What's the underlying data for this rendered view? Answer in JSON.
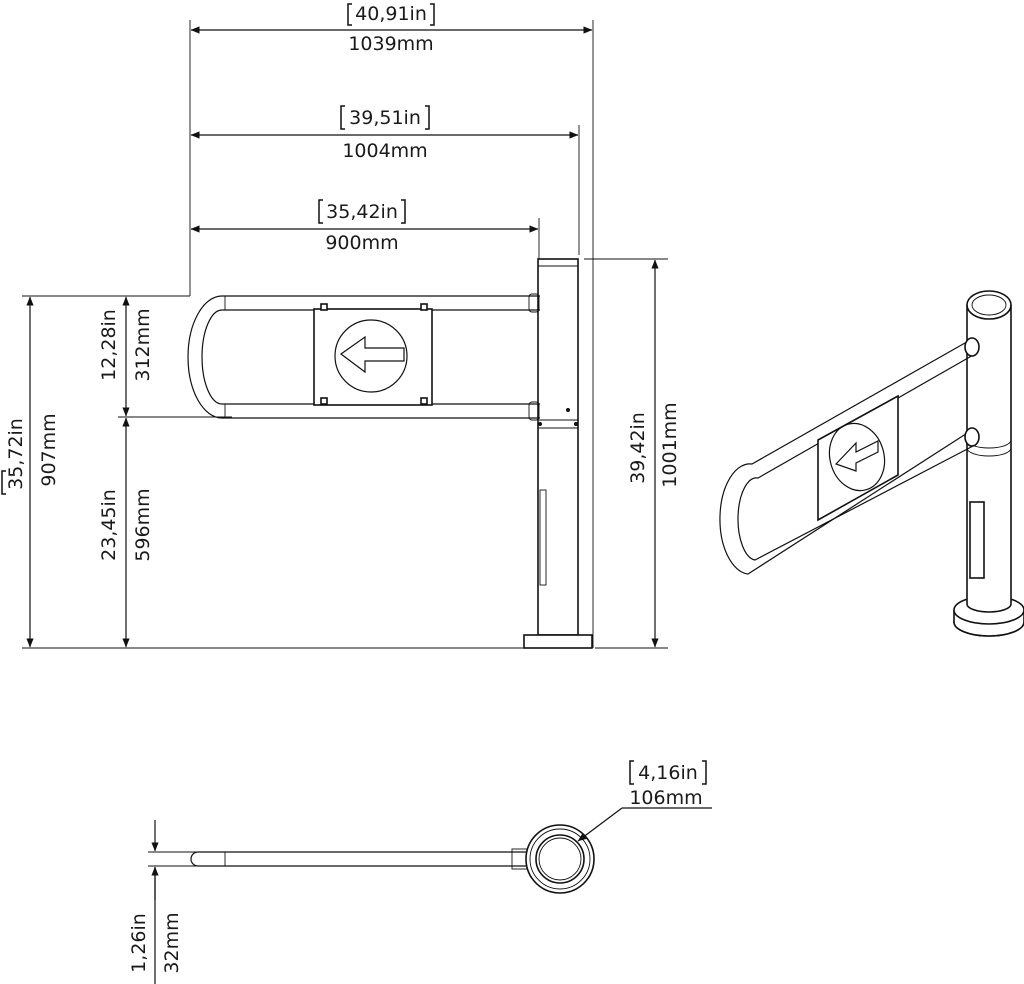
{
  "dimensions": {
    "overall_width": {
      "inch": "40,91in",
      "mm": "1039mm"
    },
    "gate_width": {
      "inch": "39,51in",
      "mm": "1004mm"
    },
    "arm_length": {
      "inch": "35,42in",
      "mm": "900mm"
    },
    "total_height": {
      "inch": "39,42in",
      "mm": "1001mm"
    },
    "arm_height": {
      "inch": "35,72in",
      "mm": "907mm"
    },
    "arm_spacing": {
      "inch": "12,28in",
      "mm": "312mm"
    },
    "lower_clearance": {
      "inch": "23,45in",
      "mm": "596mm"
    },
    "tube_diameter": {
      "inch": "1,26in",
      "mm": "32mm"
    },
    "post_diameter": {
      "inch": "4,16in",
      "mm": "106mm"
    }
  },
  "icons": [
    "arrow-left-icon"
  ]
}
